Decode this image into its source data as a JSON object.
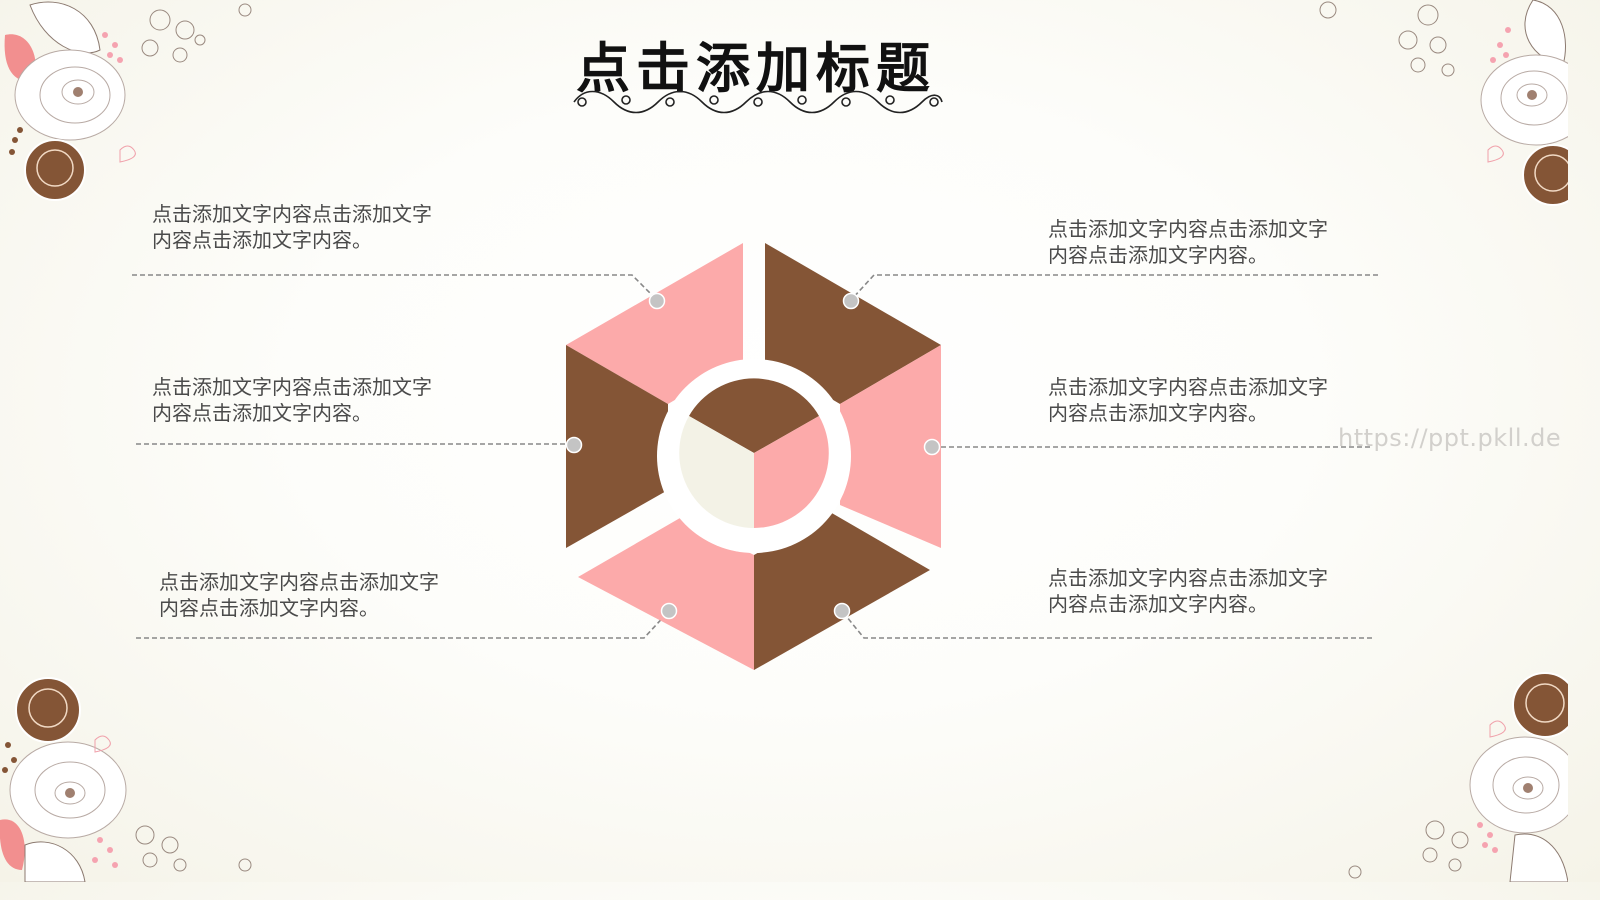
{
  "slide": {
    "title": "点击添加标题",
    "watermark": "https://ppt.pkll.de"
  },
  "text_blocks": [
    {
      "id": "top-left",
      "text": "点击添加文字内容点击添加文字内容点击添加文字内容。",
      "line1": "点击添加文字内容点击添加文字",
      "line2": "内容点击添加文字内容。"
    },
    {
      "id": "middle-left",
      "text": "点击添加文字内容点击添加文字内容点击添加文字内容。",
      "line1": "点击添加文字内容点击添加文字",
      "line2": "内容点击添加文字内容。"
    },
    {
      "id": "bottom-left",
      "text": "点击添加文字内容点击添加文字内容点击添加文字内容。",
      "line1": "点击添加文字内容点击添加文字",
      "line2": "内容点击添加文字内容。"
    },
    {
      "id": "top-right",
      "text": "点击添加文字内容点击添加文字内容点击添加文字内容。",
      "line1": "点击添加文字内容点击添加文字",
      "line2": "内容点击添加文字内容。"
    },
    {
      "id": "middle-right",
      "text": "点击添加文字内容点击添加文字内容点击添加文字内容。",
      "line1": "点击添加文字内容点击添加文字",
      "line2": "内容点击添加文字内容。"
    },
    {
      "id": "bottom-right",
      "text": "点击添加文字内容点击添加文字内容点击添加文字内容。",
      "line1": "点击添加文字内容点击添加文字",
      "line2": "内容点击添加文字内容。"
    }
  ],
  "colors": {
    "pink": "#fcaaaa",
    "brown": "#845536",
    "cream": "#f3f2e6",
    "connector": "#888888",
    "dot": "#c4c4c4",
    "title": "#111111",
    "body_text": "#4a4a4a"
  }
}
